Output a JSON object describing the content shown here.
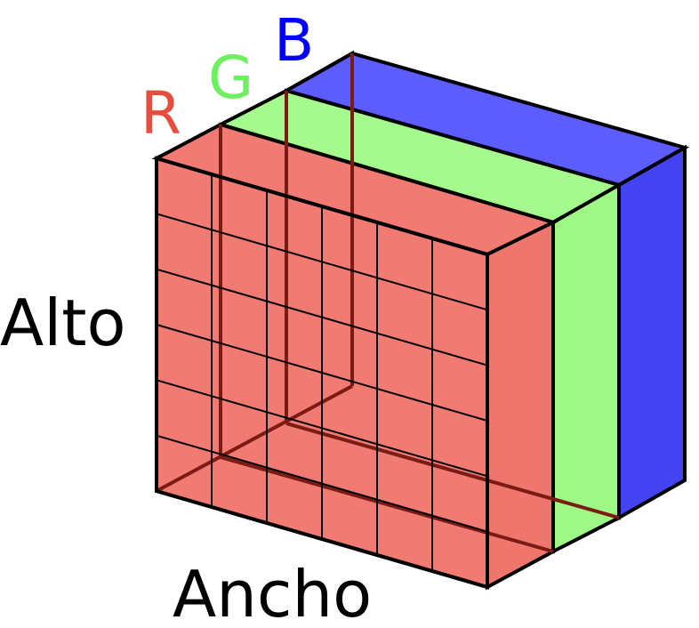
{
  "diagram": {
    "channels": [
      {
        "label": "R",
        "color": "#e74c3c",
        "fill": "#f17b72"
      },
      {
        "label": "G",
        "color": "#6cf05e",
        "fill": "#a7fb8f"
      },
      {
        "label": "B",
        "color": "#0000ff",
        "fill": "#5c5cff"
      }
    ],
    "axis_labels": {
      "height": "Alto",
      "width": "Ancho"
    },
    "grid": {
      "rows": 6,
      "columns": 6
    }
  }
}
